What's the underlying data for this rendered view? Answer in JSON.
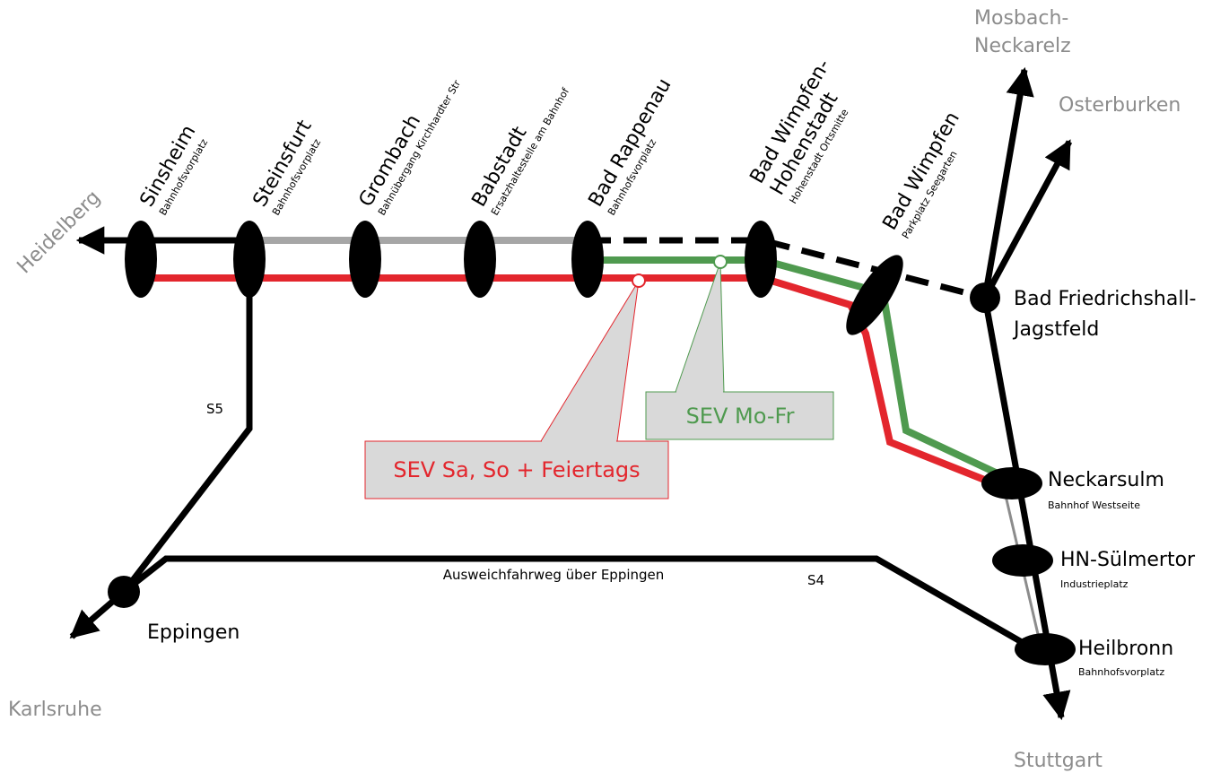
{
  "destinations": {
    "heidelberg": "Heidelberg",
    "mosbach_line1": "Mosbach-",
    "mosbach_line2": "Neckarelz",
    "osterburken": "Osterburken",
    "karlsruhe": "Karlsruhe",
    "stuttgart": "Stuttgart"
  },
  "stations": {
    "sinsheim": {
      "name": "Sinsheim",
      "sub": "Bahnhofsvorplatz"
    },
    "steinsfurt": {
      "name": "Steinsfurt",
      "sub": "Bahnhofsvorplatz"
    },
    "grombach": {
      "name": "Grombach",
      "sub": "Bahnübergang Kirchhardter Str"
    },
    "babstadt": {
      "name": "Babstadt",
      "sub": "Ersatzhaltestelle am Bahnhof"
    },
    "bad_rappenau": {
      "name": "Bad Rappenau",
      "sub": "Bahnhofsvorplatz"
    },
    "bad_wimpfen_hohenstadt": {
      "name_line1": "Bad Wimpfen-",
      "name_line2": "Hohenstadt",
      "sub": "Hohenstadt Ortsmitte"
    },
    "bad_wimpfen": {
      "name": "Bad Wimpfen",
      "sub": "Parkplatz Seegarten"
    },
    "bad_friedrichshall": {
      "name_line1": "Bad Friedrichshall-",
      "name_line2": "Jagstfeld"
    },
    "neckarsulm": {
      "name": "Neckarsulm",
      "sub": "Bahnhof Westseite"
    },
    "hn_suelmertor": {
      "name": "HN-Sülmertor",
      "sub": "Industrieplatz"
    },
    "heilbronn": {
      "name": "Heilbronn",
      "sub": "Bahnhofsvorplatz"
    },
    "eppingen": {
      "name": "Eppingen"
    }
  },
  "lines": {
    "s5": "S5",
    "s4": "S4",
    "detour": "Ausweichfahrweg über Eppingen"
  },
  "callouts": {
    "red": "SEV Sa, So + Feiertags",
    "green": "SEV Mo-Fr"
  },
  "colors": {
    "red_route": "#e3262d",
    "green_route": "#4f9a4f",
    "grey_route": "#a6a6a6",
    "callout_fill": "#d9d9d9",
    "destination_text": "#8c8c8c"
  }
}
